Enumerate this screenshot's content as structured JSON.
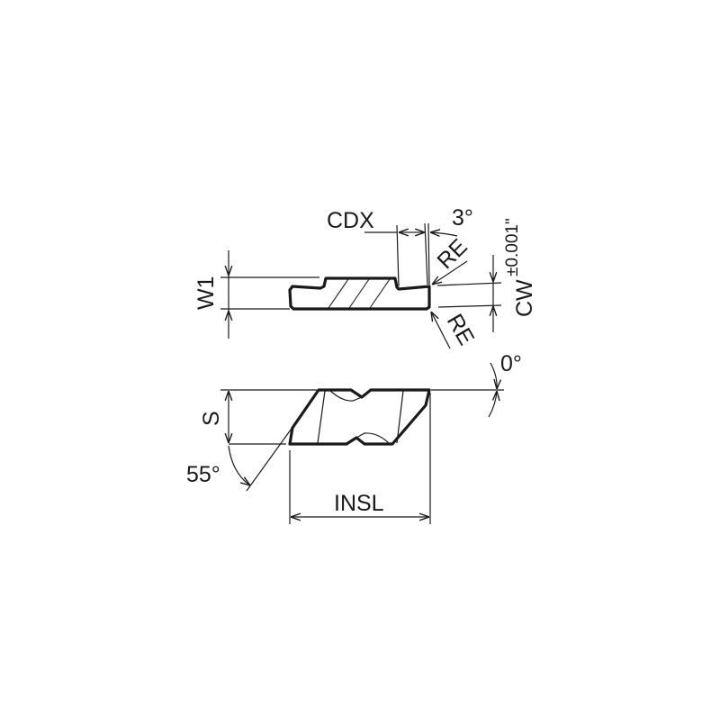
{
  "drawing": {
    "title": "Grooving insert dimension drawing",
    "colors": {
      "line": "#1a1a1a",
      "background": "#ffffff"
    },
    "top_view": {
      "labels": {
        "cdx": "CDX",
        "angle_clearance": "3°",
        "re_upper": "RE",
        "re_lower": "RE",
        "w1": "W1",
        "cw": "CW",
        "cw_tolerance": "±0.001\""
      }
    },
    "side_view": {
      "labels": {
        "s": "S",
        "insl": "INSL",
        "angle_55": "55°",
        "angle_0": "0°"
      }
    }
  }
}
